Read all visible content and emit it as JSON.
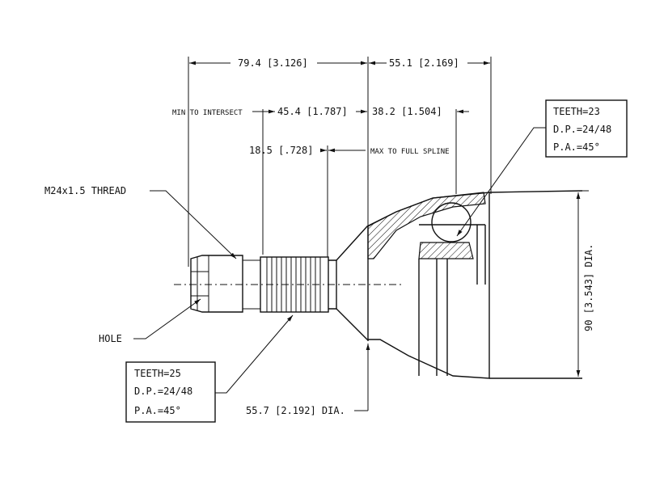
{
  "dimensions": {
    "overall_left": "79.4 [3.126]",
    "overall_right": "55.1 [2.169]",
    "min_to_intersect_label": "MIN TO INTERSECT",
    "min_to_intersect": "45.4 [1.787]",
    "right_spline": "38.2 [1.504]",
    "spline_offset": "18.5 [.728]",
    "max_to_full_spline": "MAX TO FULL SPLINE",
    "outer_dia": "90 [3.543] DIA.",
    "bell_dia": "55.7 [2.192] DIA."
  },
  "callouts": {
    "thread": "M24x1.5 THREAD",
    "hole": "HOLE"
  },
  "spline_right": {
    "teeth": "TEETH=23",
    "dp": "D.P.=24/48",
    "pa": "P.A.=45°"
  },
  "spline_left": {
    "teeth": "TEETH=25",
    "dp": "D.P.=24/48",
    "pa": "P.A.=45°"
  }
}
